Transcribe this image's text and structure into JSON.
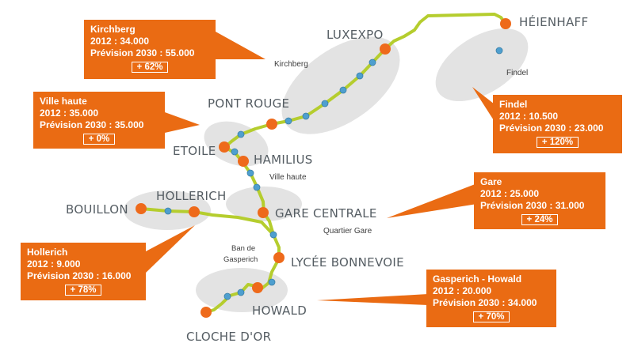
{
  "stations": {
    "heienhaff": "HÉIENHAFF",
    "luxexpo": "LUXEXPO",
    "pont_rouge": "PONT ROUGE",
    "etoile": "ETOILE",
    "hamilius": "HAMILIUS",
    "hollerich": "HOLLERICH",
    "bouillon": "BOUILLON",
    "gare_centrale": "GARE CENTRALE",
    "lycee_bonnevoie": "LYCÉE BONNEVOIE",
    "howald": "HOWALD",
    "cloche_dor": "CLOCHE D'OR"
  },
  "districts": {
    "kirchberg": "Kirchberg",
    "findel": "Findel",
    "ville_haute": "Ville haute",
    "quartier_gare": "Quartier Gare",
    "ban_de_gasperich_1": "Ban de",
    "ban_de_gasperich_2": "Gasperich"
  },
  "boxes": {
    "kirchberg": {
      "title": "Kirchberg",
      "y2012_label": "2012 : ",
      "y2012": "34.000",
      "y2030_label": "Prévision 2030 : ",
      "y2030": "55.000",
      "pct": "+ 62%"
    },
    "ville_haute": {
      "title": "Ville haute",
      "y2012_label": "2012 : ",
      "y2012": "35.000",
      "y2030_label": "Prévision 2030 : ",
      "y2030": "35.000",
      "pct": "+ 0%"
    },
    "findel": {
      "title": "Findel",
      "y2012_label": "2012 : ",
      "y2012": "10.500",
      "y2030_label": "Prévision 2030 : ",
      "y2030": "23.000",
      "pct": "+ 120%"
    },
    "gare": {
      "title": "Gare",
      "y2012_label": "2012 : ",
      "y2012": "25.000",
      "y2030_label": "Prévision 2030 : ",
      "y2030": "31.000",
      "pct": "+ 24%"
    },
    "hollerich": {
      "title": "Hollerich",
      "y2012_label": "2012 : ",
      "y2012": "9.000",
      "y2030_label": "Prévision 2030 : ",
      "y2030": "16.000",
      "pct": "+ 78%"
    },
    "gasperich": {
      "title": "Gasperich - Howald",
      "y2012_label": "2012 : ",
      "y2012": "20.000",
      "y2030_label": "Prévision 2030 : ",
      "y2030": "34.000",
      "pct": "+ 70%"
    }
  },
  "colors": {
    "line": "#b5cd2e",
    "station_major": "#ee6a1b",
    "station_minor": "#4e9fcf",
    "zone": "#e3e3e3",
    "box": "#ea6b13"
  }
}
